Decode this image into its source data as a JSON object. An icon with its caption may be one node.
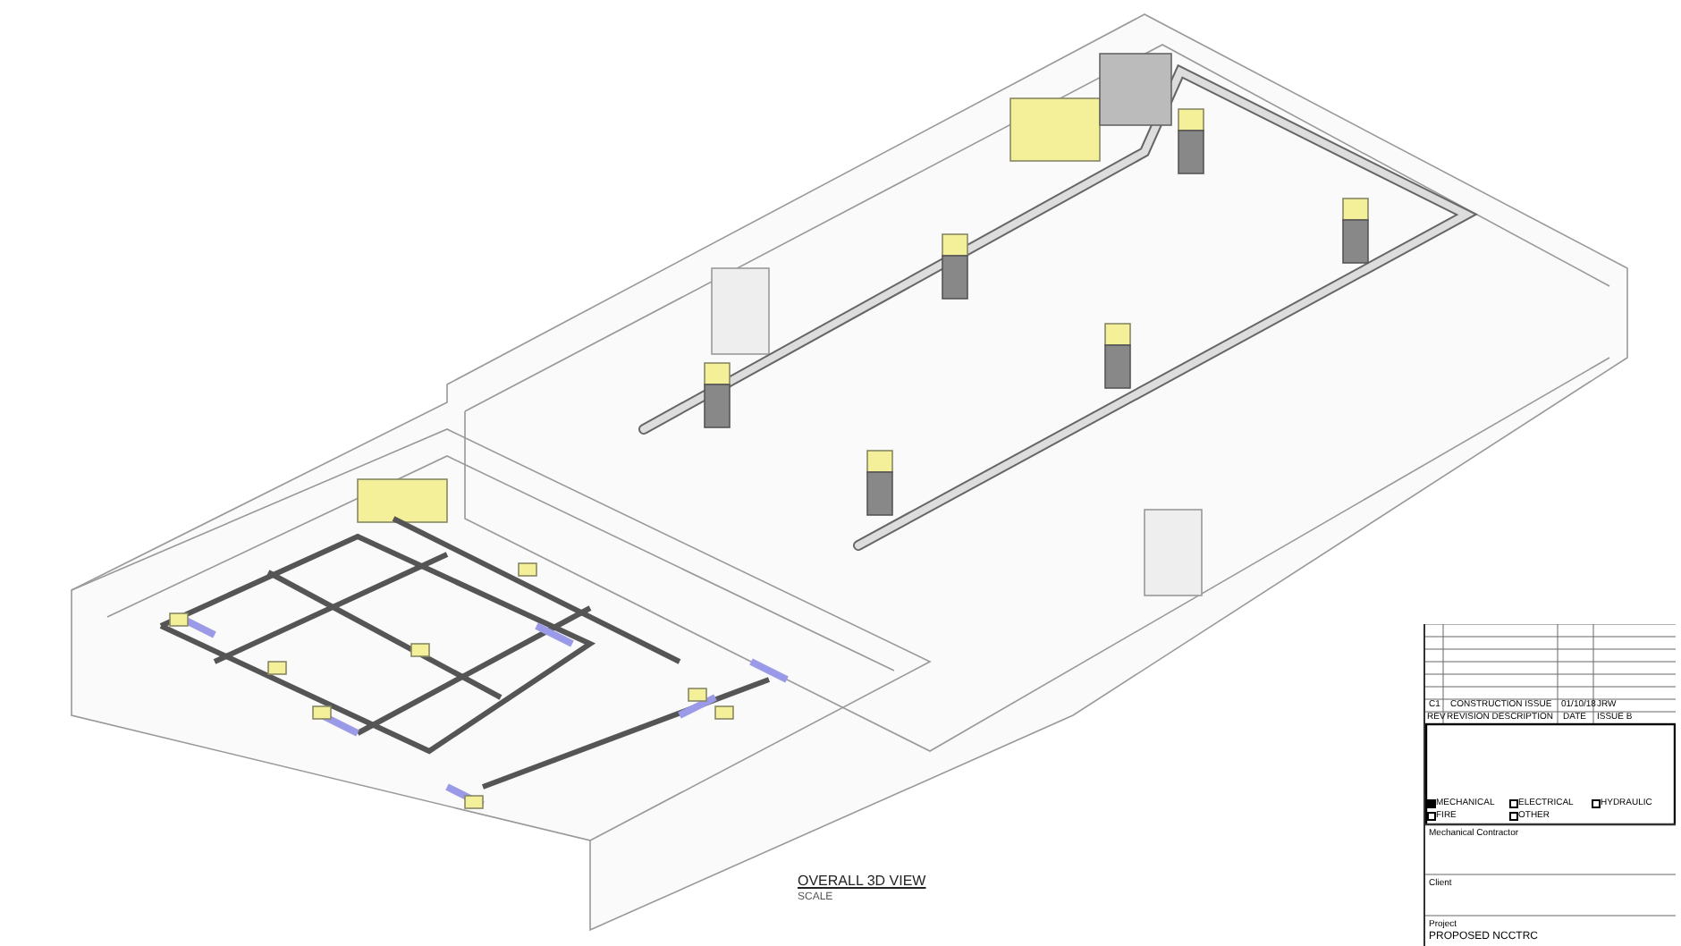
{
  "diagram": {
    "title": "OVERALL 3D VIEW",
    "labels": [
      "SCALE",
      "C1",
      "CONSTRUCTION ISSUE",
      "01/10/18",
      "JRW",
      "REV",
      "REVISION DESCRIPTION",
      "DATE",
      "ISSUE B",
      "MECHANICAL",
      "ELECTRICAL",
      "HYDRAULIC",
      "FIRE",
      "OTHER",
      "Mechanical Contractor",
      "Client",
      "Project",
      "PROPOSED NCCTRC"
    ]
  }
}
